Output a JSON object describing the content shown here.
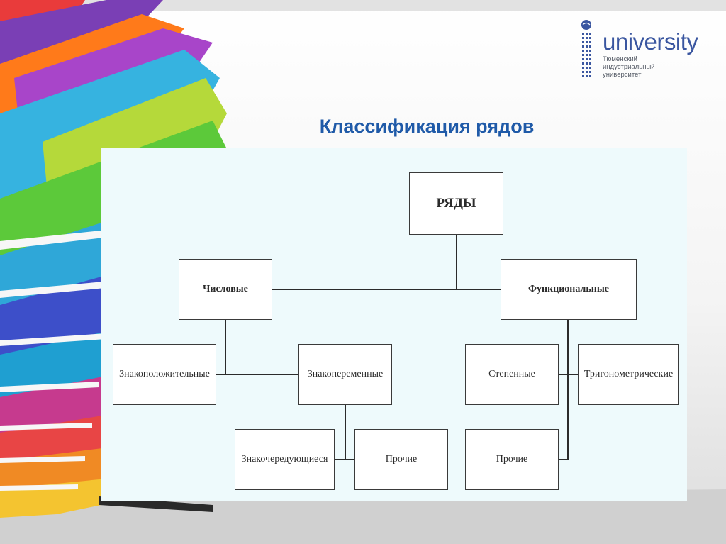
{
  "logo": {
    "wordmark": "university",
    "subtitle": "Тюменский индустриальный университет"
  },
  "title": "Классификация рядов",
  "diagram": {
    "root": "РЯДЫ",
    "numeric": "Числовые",
    "functional": "Функциональные",
    "positive": "Знакоположительные",
    "alternating_sign": "Знакопеременные",
    "alternating": "Знакочередующиеся",
    "other_numeric": "Прочие",
    "power": "Степенные",
    "trigonometric": "Тригонометрические",
    "other_functional": "Прочие"
  }
}
